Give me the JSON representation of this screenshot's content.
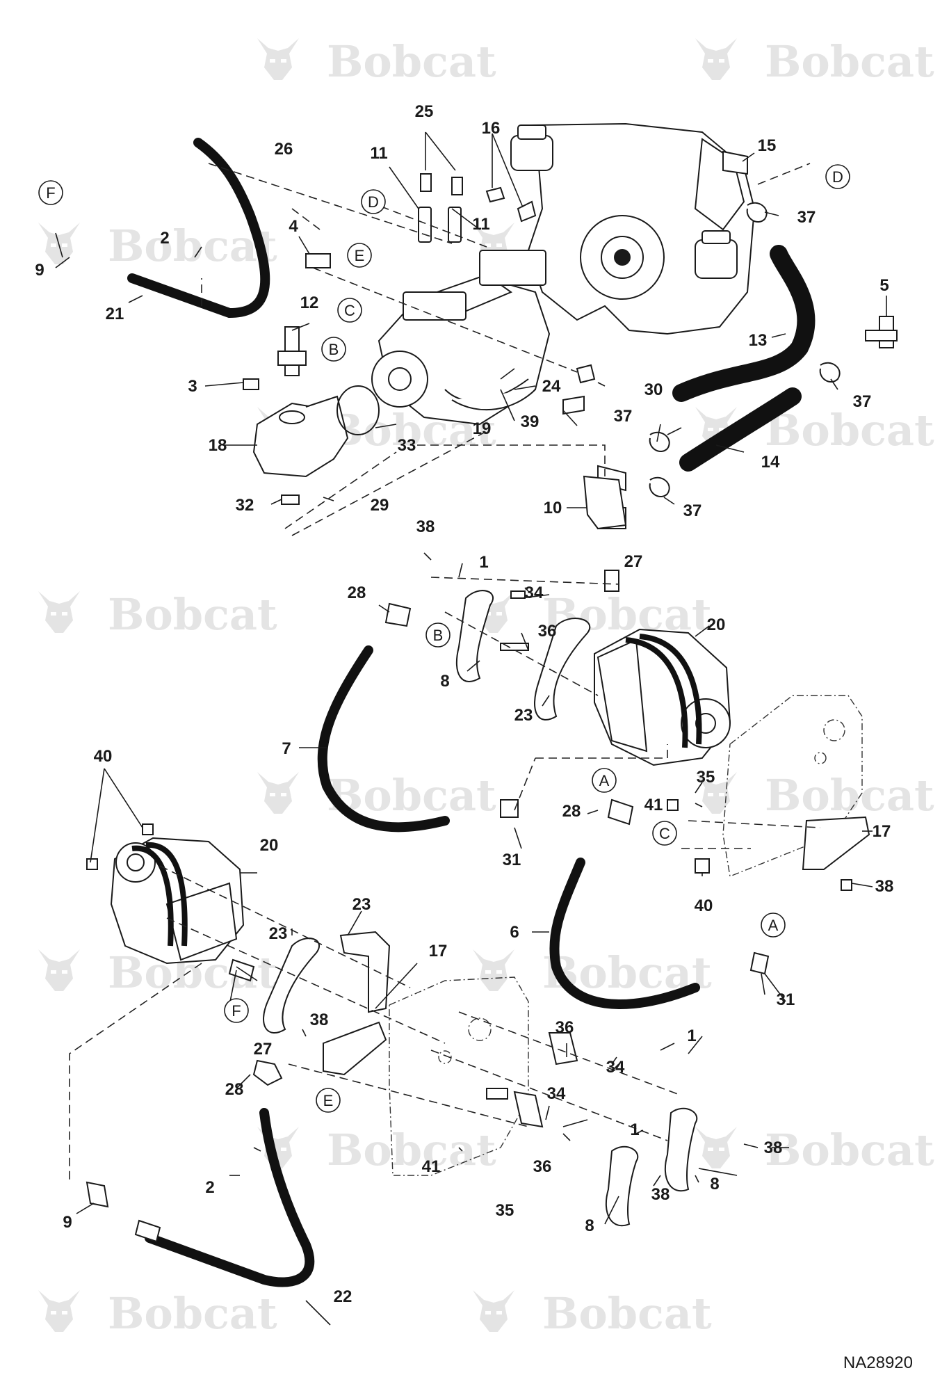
{
  "watermark": {
    "brand": "Bobcat",
    "color": "#e4e4e4"
  },
  "figure_id": "NA28920",
  "callouts": {
    "c1a": "1",
    "c1b": "1",
    "c1c": "1",
    "c2a": "2",
    "c2b": "2",
    "c3": "3",
    "c4": "4",
    "c5": "5",
    "c6": "6",
    "c7": "7",
    "c8a": "8",
    "c8b": "8",
    "c8c": "8",
    "c9a": "9",
    "c9b": "9",
    "c10": "10",
    "c11a": "11",
    "c11b": "11",
    "c12": "12",
    "c13": "13",
    "c14": "14",
    "c15": "15",
    "c16": "16",
    "c17a": "17",
    "c17b": "17",
    "c18": "18",
    "c19": "19",
    "c20a": "20",
    "c20b": "20",
    "c21": "21",
    "c22": "22",
    "c23a": "23",
    "c23b": "23",
    "c23c": "23",
    "c24": "24",
    "c25": "25",
    "c26": "26",
    "c27a": "27",
    "c27b": "27",
    "c28a": "28",
    "c28b": "28",
    "c28c": "28",
    "c29": "29",
    "c30": "30",
    "c31a": "31",
    "c31b": "31",
    "c32": "32",
    "c33": "33",
    "c34a": "34",
    "c34b": "34",
    "c34c": "34",
    "c35a": "35",
    "c35b": "35",
    "c36a": "36",
    "c36b": "36",
    "c36c": "36",
    "c37a": "37",
    "c37b": "37",
    "c37c": "37",
    "c37d": "37",
    "c38a": "38",
    "c38b": "38",
    "c38c": "38",
    "c38d": "38",
    "c38e": "38",
    "c39": "39",
    "c40a": "40",
    "c40b": "40",
    "c41a": "41",
    "c41b": "41"
  },
  "refs": {
    "A1": "A",
    "A2": "A",
    "B1": "B",
    "B2": "B",
    "C1": "C",
    "C2": "C",
    "D1": "D",
    "D2": "D",
    "E1": "E",
    "E2": "E",
    "F1": "F",
    "F2": "F"
  },
  "icons": {
    "logo": "bobcat-logo-icon"
  }
}
